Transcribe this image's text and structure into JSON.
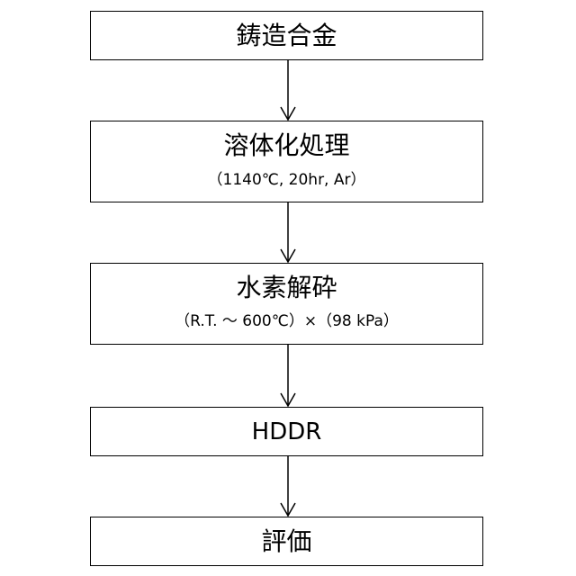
{
  "steps": [
    {
      "title": "鋳造合金"
    },
    {
      "title": "溶体化処理",
      "detail": "（1140℃, 20hr, Ar）"
    },
    {
      "title": "水素解砕",
      "detail": "（R.T. ～ 600℃）×（98 kPa）"
    },
    {
      "title": "HDDR"
    },
    {
      "title": "評価"
    }
  ],
  "colors": {
    "line": "#000000",
    "background": "#ffffff"
  }
}
